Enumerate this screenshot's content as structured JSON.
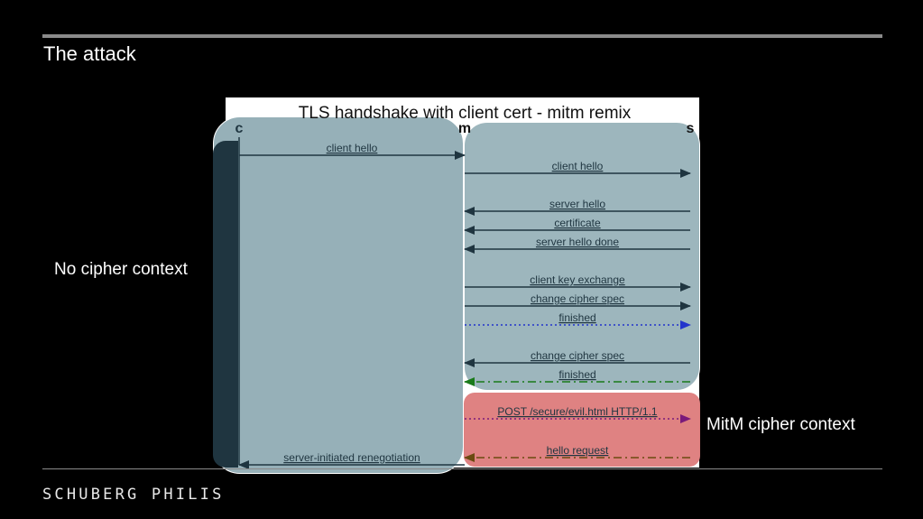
{
  "slide": {
    "title": "The attack",
    "brand": "SCHUBERG PHILIS",
    "left_label": "No cipher context",
    "right_label": "MitM cipher context"
  },
  "diagram": {
    "title": "TLS handshake with client cert - mitm remix",
    "participants": [
      "c",
      "m",
      "s"
    ],
    "messages": [
      {
        "label": "client hello",
        "from": "c",
        "to": "m",
        "style": "solid",
        "color": "#1f3540"
      },
      {
        "label": "client hello",
        "from": "m",
        "to": "s",
        "style": "solid",
        "color": "#1f3540"
      },
      {
        "label": "server hello",
        "from": "s",
        "to": "m",
        "style": "solid",
        "color": "#1f3540"
      },
      {
        "label": "certificate",
        "from": "s",
        "to": "m",
        "style": "solid",
        "color": "#1f3540"
      },
      {
        "label": "server hello done",
        "from": "s",
        "to": "m",
        "style": "solid",
        "color": "#1f3540"
      },
      {
        "label": "client key exchange",
        "from": "m",
        "to": "s",
        "style": "solid",
        "color": "#1f3540"
      },
      {
        "label": "change cipher spec",
        "from": "m",
        "to": "s",
        "style": "solid",
        "color": "#1f3540"
      },
      {
        "label": "finished",
        "from": "m",
        "to": "s",
        "style": "dotted",
        "color": "#2233cc"
      },
      {
        "label": "change cipher spec",
        "from": "s",
        "to": "m",
        "style": "solid",
        "color": "#1f3540"
      },
      {
        "label": "finished",
        "from": "s",
        "to": "m",
        "style": "dashdot",
        "color": "#1a7a1a"
      },
      {
        "label": "POST /secure/evil.html HTTP/1.1",
        "from": "m",
        "to": "s",
        "style": "dotted",
        "color": "#7a1a7a"
      },
      {
        "label": "hello request",
        "from": "s",
        "to": "m",
        "style": "dashdot",
        "color": "#6b4a10"
      },
      {
        "label": "server-initiated renegotiation",
        "from": "m",
        "to": "c",
        "style": "solid",
        "color": "#1f3540"
      }
    ]
  }
}
